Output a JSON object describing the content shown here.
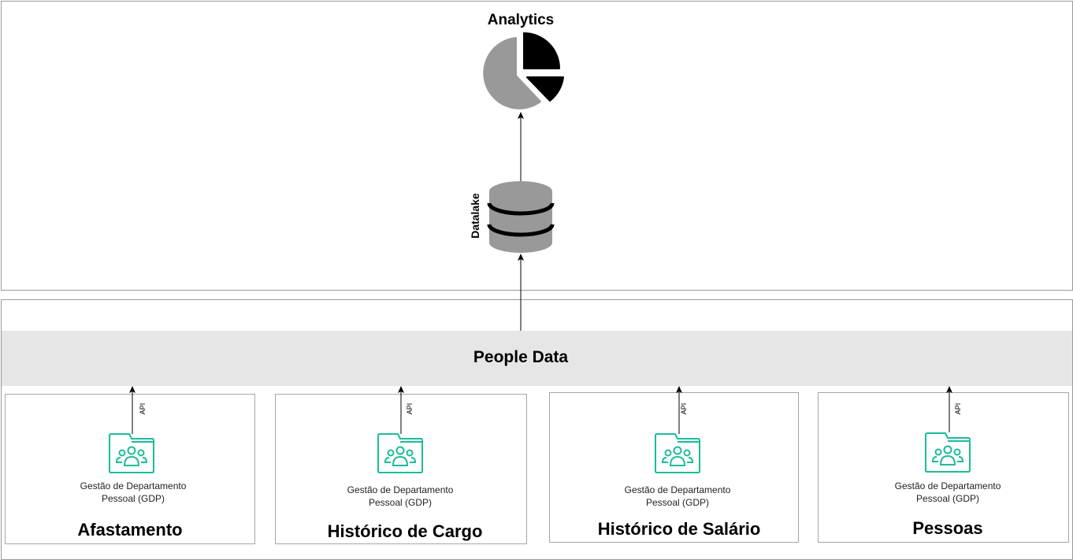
{
  "analytics": {
    "title": "Analytics",
    "icon": "pie-chart-icon"
  },
  "datalake": {
    "label": "Datalake",
    "icon": "database-icon"
  },
  "people_data": {
    "label": "People Data"
  },
  "systems": [
    {
      "title": "Afastamento",
      "system_label_line1": "Gestão de Departamento",
      "system_label_line2": "Pessoal (GDP)",
      "connector_label": "API",
      "icon": "folder-users-icon"
    },
    {
      "title": "Histórico de Cargo",
      "system_label_line1": "Gestão de Departamento",
      "system_label_line2": "Pessoal (GDP)",
      "connector_label": "API",
      "icon": "folder-users-icon"
    },
    {
      "title": "Histórico de Salário",
      "system_label_line1": "Gestão de Departamento",
      "system_label_line2": "Pessoal (GDP)",
      "connector_label": "API",
      "icon": "folder-users-icon"
    },
    {
      "title": "Pessoas",
      "system_label_line1": "Gestão de Departamento",
      "system_label_line2": "Pessoal (GDP)",
      "connector_label": "API",
      "icon": "folder-users-icon"
    }
  ],
  "colors": {
    "accent_green": "#1bbc9b",
    "pie_gray": "#999999",
    "pie_black": "#000000",
    "db_gray": "#999999",
    "band_gray": "#e6e6e6"
  }
}
